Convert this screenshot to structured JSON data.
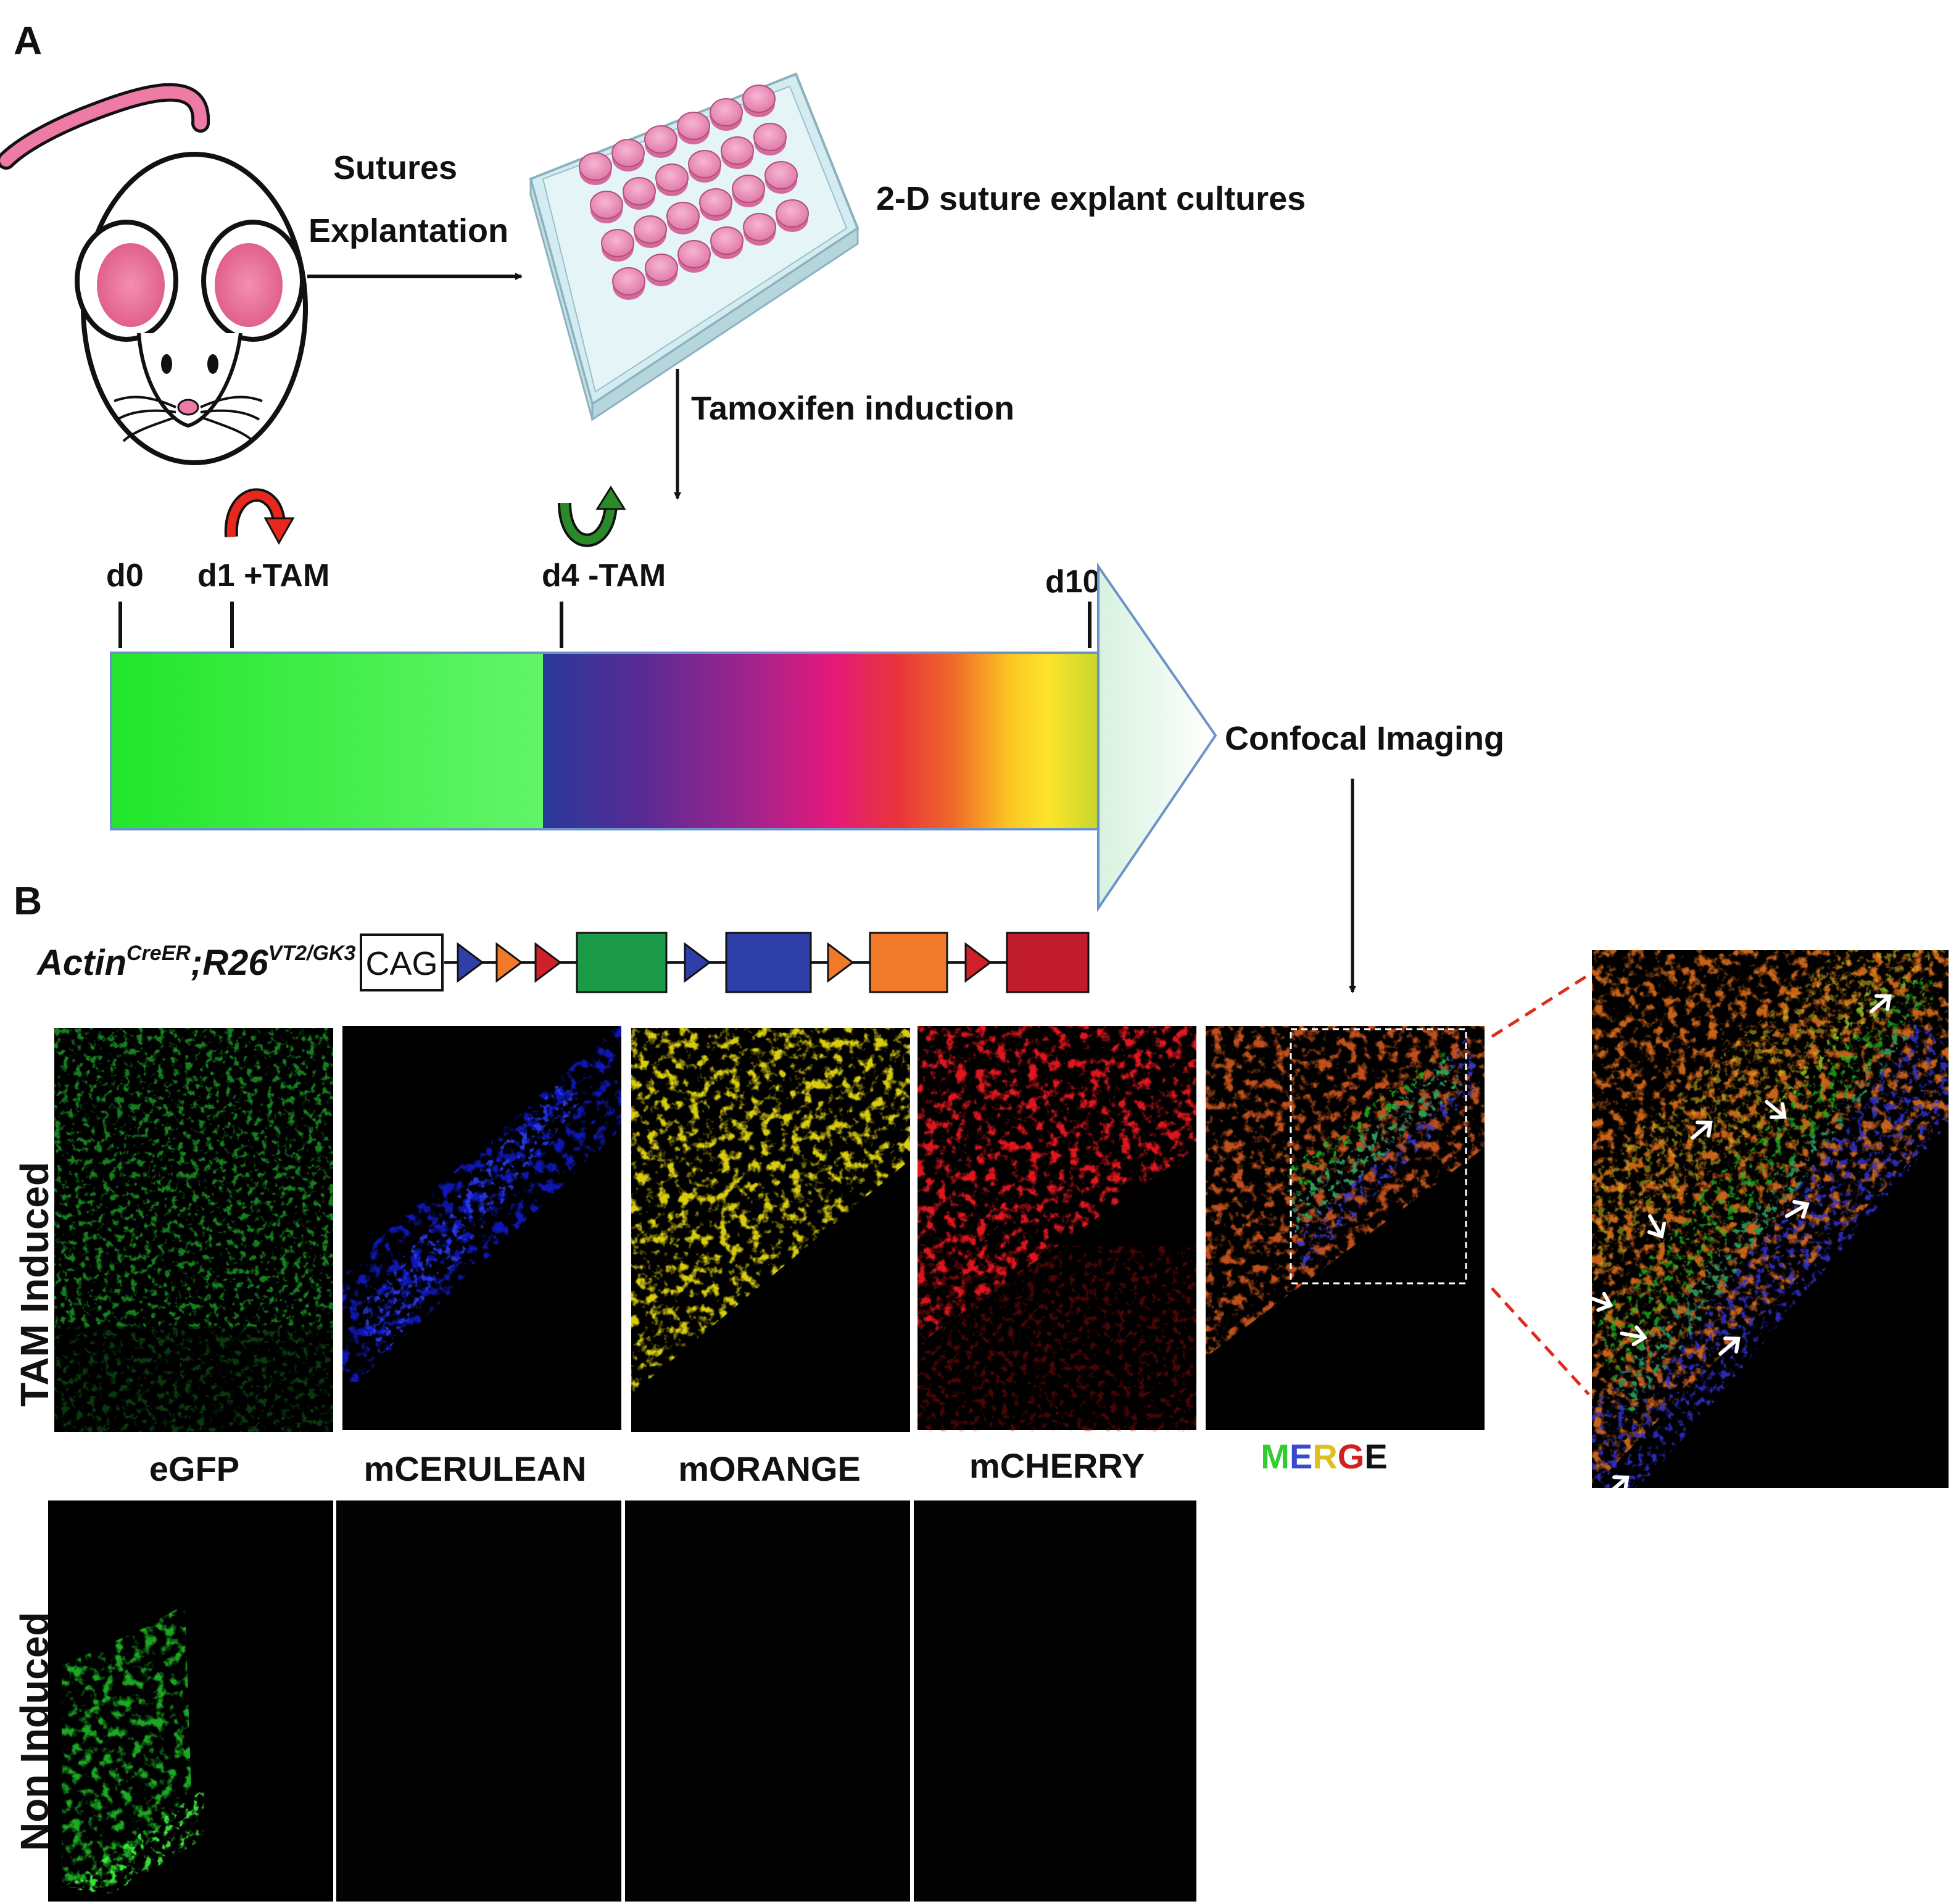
{
  "panels": {
    "a_label": "A",
    "b_label": "B"
  },
  "workflow": {
    "step1_line1": "Sutures",
    "step1_line2": "Explantation",
    "culture_label": "2-D suture explant cultures",
    "induction_label": "Tamoxifen induction",
    "imaging_label": "Confocal Imaging"
  },
  "timeline": {
    "ticks": [
      {
        "day": "d0",
        "note": ""
      },
      {
        "day": "d1",
        "note": "+TAM"
      },
      {
        "day": "d4",
        "note": "-TAM"
      },
      {
        "day": "d10",
        "note": ""
      }
    ],
    "d1_label": "d1 +TAM",
    "d4_label": "d4 -TAM"
  },
  "construct": {
    "genotype_main1": "Actin",
    "genotype_sup1": "CreER",
    "genotype_main2": ";R26",
    "genotype_sup2": "VT2/GK3",
    "promoter": "CAG"
  },
  "rows": {
    "row1": "TAM Induced",
    "row2": "Non Induced"
  },
  "channels": [
    {
      "name": "eGFP",
      "color": "#2a9d2a"
    },
    {
      "name": "mCERULEAN",
      "color": "#1f2a9e"
    },
    {
      "name": "mORANGE",
      "color": "#c8c41a"
    },
    {
      "name": "mCHERRY",
      "color": "#d0202a"
    }
  ],
  "merge_letters": [
    {
      "ch": "M",
      "color": "#33cc33"
    },
    {
      "ch": "E",
      "color": "#3a4acc"
    },
    {
      "ch": "R",
      "color": "#e0c020"
    },
    {
      "ch": "G",
      "color": "#d02020"
    },
    {
      "ch": "E",
      "color": "#111111"
    }
  ]
}
